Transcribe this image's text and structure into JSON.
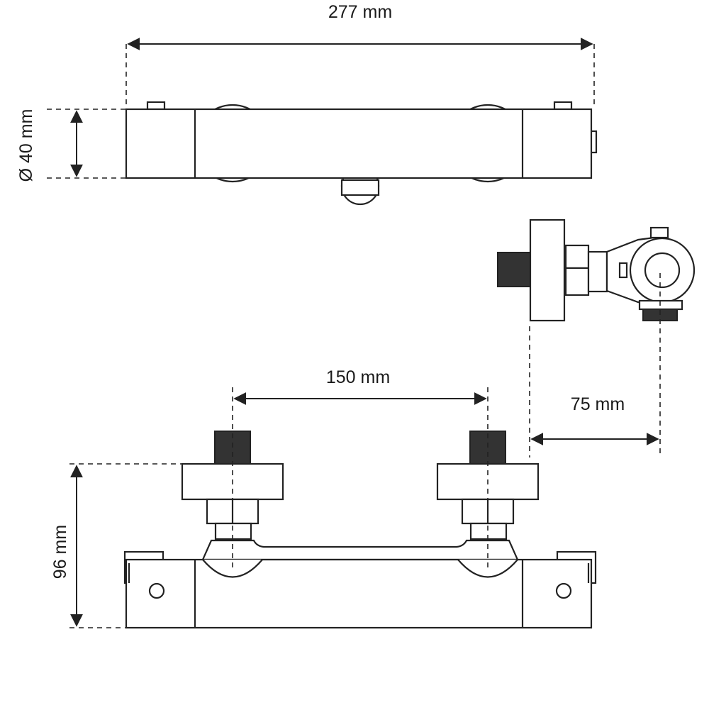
{
  "dimensions": {
    "total_width": "277 mm",
    "diameter": "Ø 40 mm",
    "center_distance": "150 mm",
    "wall_offset": "75 mm",
    "height": "96 mm"
  },
  "colors": {
    "stroke": "#222222",
    "dark_fill": "#333333",
    "background": "#ffffff"
  }
}
